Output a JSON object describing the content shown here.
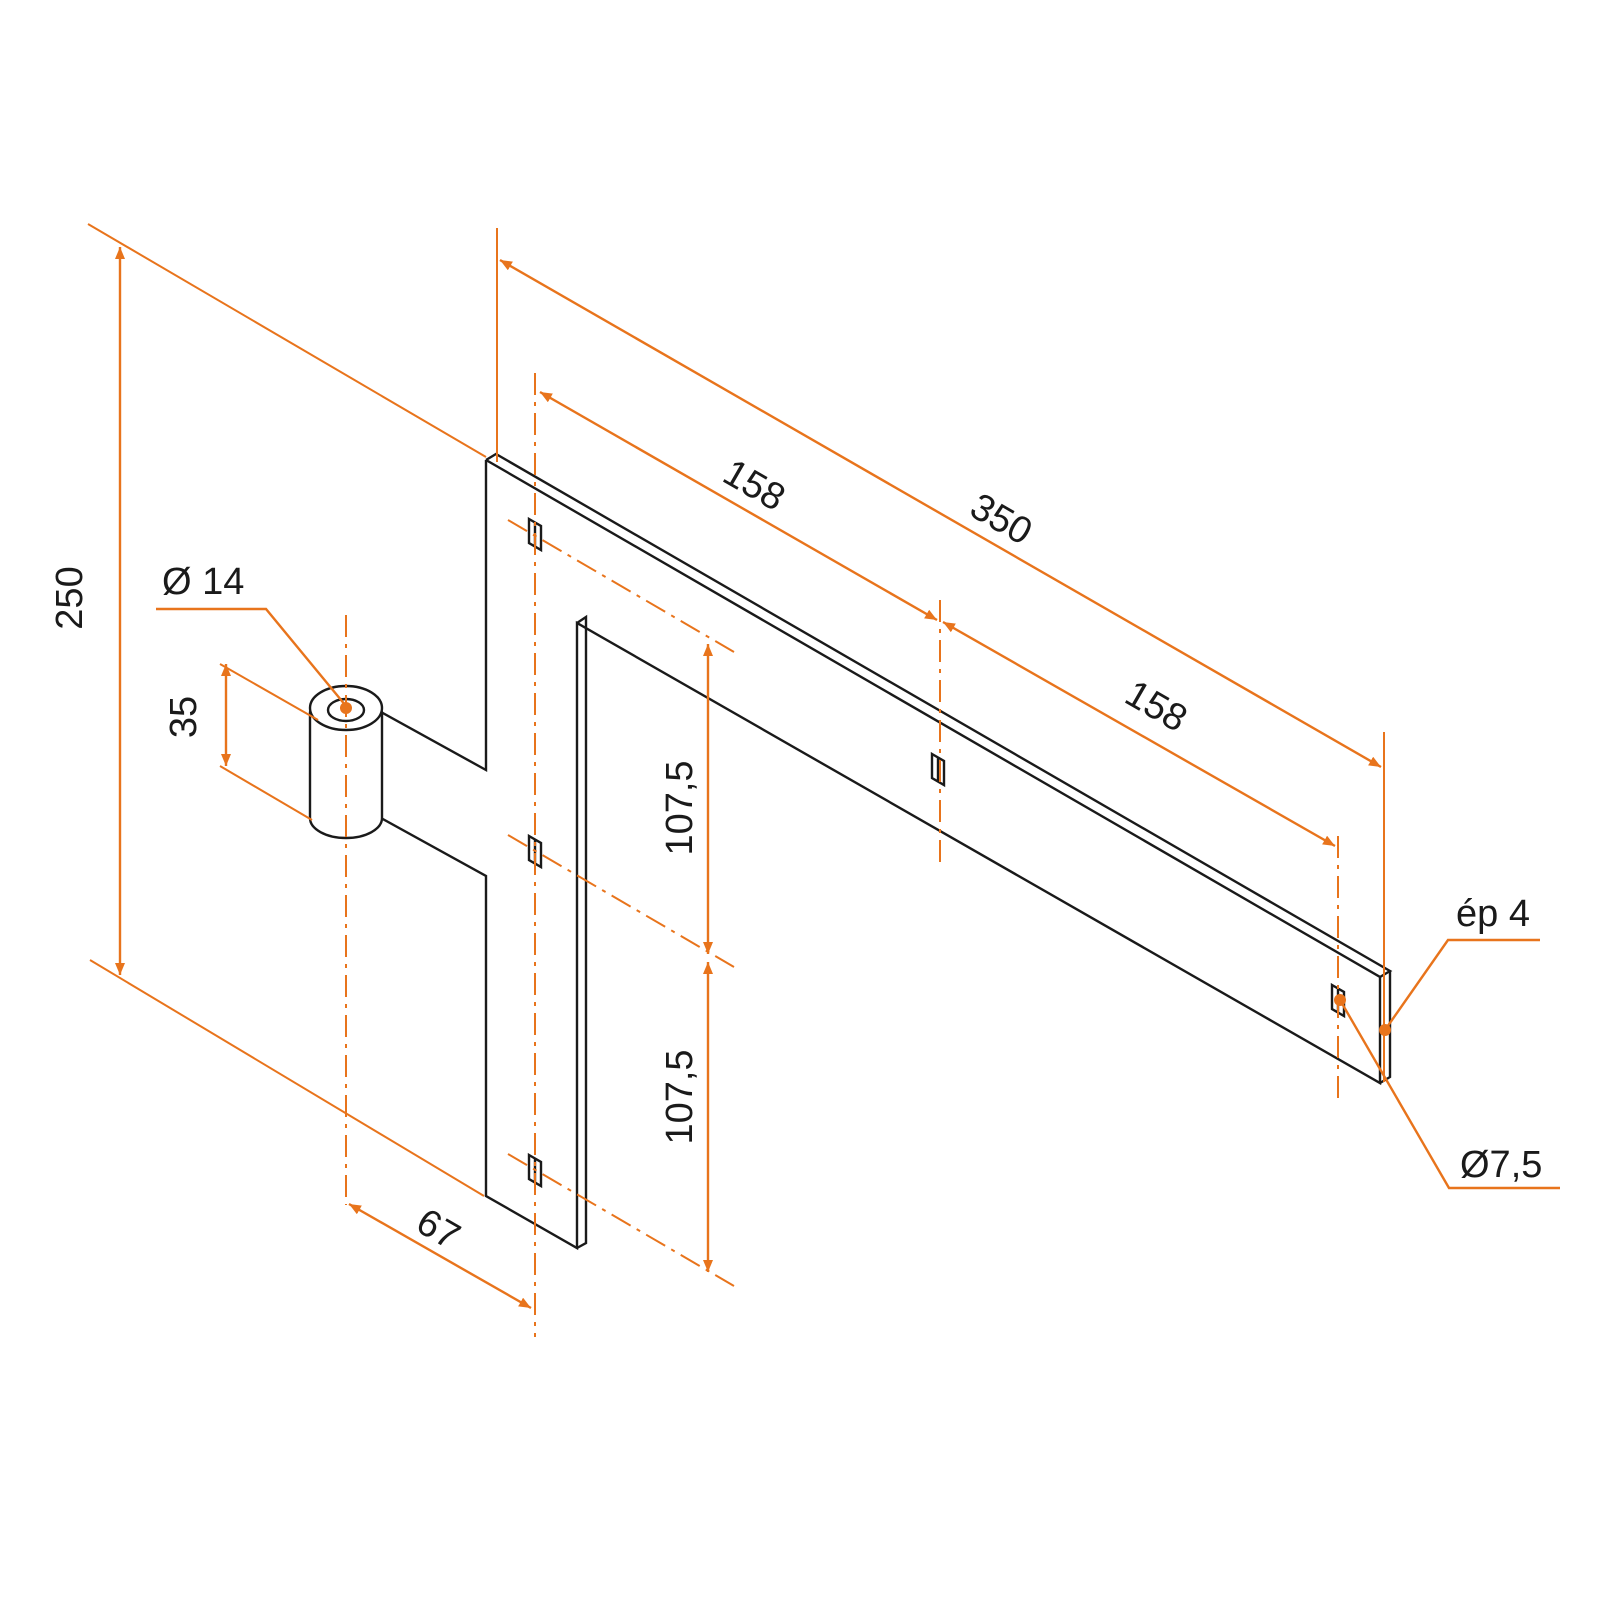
{
  "colors": {
    "outline": "#1a1a1a",
    "dimension": "#e8741c",
    "background": "#ffffff"
  },
  "dimensions": {
    "overall_height": "250",
    "pin_diameter": "Ø 14",
    "knuckle_height": "35",
    "hole_offset": "67",
    "hole_spacing_upper": "107,5",
    "hole_spacing_lower": "107,5",
    "strap_segment_1": "158",
    "strap_segment_2": "158",
    "strap_length": "350",
    "thickness": "ép 4",
    "hole_diameter": "Ø7,5"
  }
}
